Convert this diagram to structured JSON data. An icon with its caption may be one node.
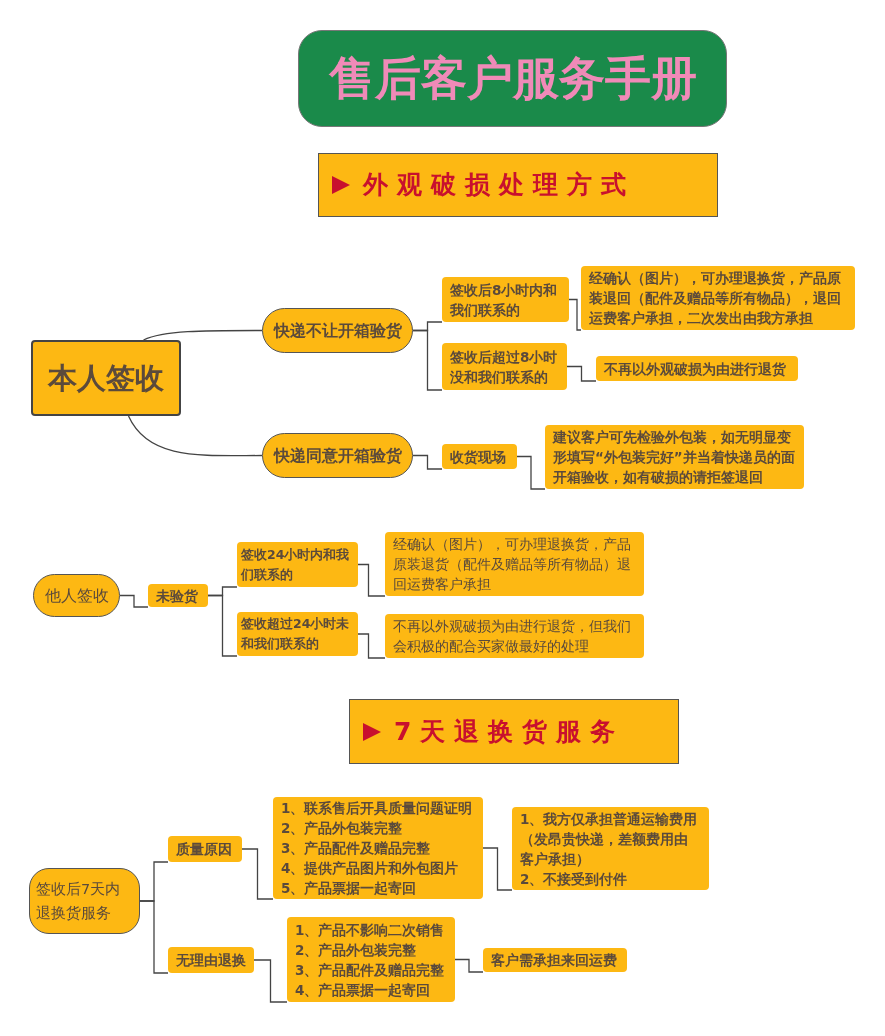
{
  "diagram": {
    "title": "售后客户服务手册",
    "nodes": [
      {
        "text": [
          "外观破损处理方式"
        ]
      },
      {
        "text": [
          "本人签收"
        ]
      },
      {
        "text": [
          "快递不让开箱验货"
        ]
      },
      {
        "text": [
          "签收后8小时内和我们联系的"
        ]
      },
      {
        "text": [
          "经确认（图片），可办理退换货，产品原装退回（配件及赠品等所有物品），退回运费客户承担，二次发出由我方承担"
        ]
      },
      {
        "text": [
          "签收后超过8小时没和我们联系的"
        ]
      },
      {
        "text": [
          "不再以外观破损为由进行退货"
        ]
      },
      {
        "text": [
          "快递同意开箱验货"
        ]
      },
      {
        "text": [
          "收货现场"
        ]
      },
      {
        "text": [
          "建议客户可先检验外包装，如无明显变形填写“外包装完好”并当着快递员的面开箱验收，如有破损的请拒签退回"
        ]
      },
      {
        "text": [
          "他人签收"
        ]
      },
      {
        "text": [
          "未验货"
        ]
      },
      {
        "text": [
          "签收24小时内和我们联系的"
        ]
      },
      {
        "text": [
          "经确认（图片），可办理退换货，产品原装退货（配件及赠品等所有物品）退回运费客户承担"
        ]
      },
      {
        "text": [
          "签收超过24小时未和我们联系的"
        ]
      },
      {
        "text": [
          "不再以外观破损为由进行退货，但我们会积极的配合买家做最好的处理"
        ]
      },
      {
        "text": [
          "7天退换货服务"
        ]
      },
      {
        "text": [
          "签收后7天内退换货服务"
        ]
      },
      {
        "text": [
          "质量原因"
        ]
      },
      {
        "text": [
          "1、联系售后开具质量问题证明",
          "2、产品外包装完整",
          "3、产品配件及赠品完整",
          "4、提供产品图片和外包图片",
          "5、产品票据一起寄回"
        ]
      },
      {
        "text": [
          "1、我方仅承担普通运输费用（发昂贵快递，差额费用由客户承担）",
          "2、不接受到付件"
        ]
      },
      {
        "text": [
          "无理由退换"
        ]
      },
      {
        "text": [
          "1、产品不影响二次销售",
          "2、产品外包装完整",
          "3、产品配件及赠品完整",
          "4、产品票据一起寄回"
        ]
      },
      {
        "text": [
          "客户需承担来回运费"
        ]
      }
    ],
    "edges": [
      {
        "from": 1,
        "to": 2,
        "arrow": "none"
      },
      {
        "from": 1,
        "to": 7,
        "arrow": "none"
      },
      {
        "from": 2,
        "to": 3,
        "arrow": "none"
      },
      {
        "from": 2,
        "to": 5,
        "arrow": "none"
      },
      {
        "from": 3,
        "to": 4,
        "arrow": "none"
      },
      {
        "from": 5,
        "to": 6,
        "arrow": "none"
      },
      {
        "from": 7,
        "to": 8,
        "arrow": "none"
      },
      {
        "from": 8,
        "to": 9,
        "arrow": "none"
      },
      {
        "from": 10,
        "to": 11,
        "arrow": "none"
      },
      {
        "from": 11,
        "to": 12,
        "arrow": "none"
      },
      {
        "from": 11,
        "to": 14,
        "arrow": "none"
      },
      {
        "from": 12,
        "to": 13,
        "arrow": "none"
      },
      {
        "from": 14,
        "to": 15,
        "arrow": "none"
      },
      {
        "from": 17,
        "to": 18,
        "arrow": "none"
      },
      {
        "from": 17,
        "to": 21,
        "arrow": "none"
      },
      {
        "from": 18,
        "to": 19,
        "arrow": "none"
      },
      {
        "from": 19,
        "to": 20,
        "arrow": "none"
      },
      {
        "from": 21,
        "to": 22,
        "arrow": "none"
      },
      {
        "from": 22,
        "to": 23,
        "arrow": "none"
      }
    ]
  }
}
